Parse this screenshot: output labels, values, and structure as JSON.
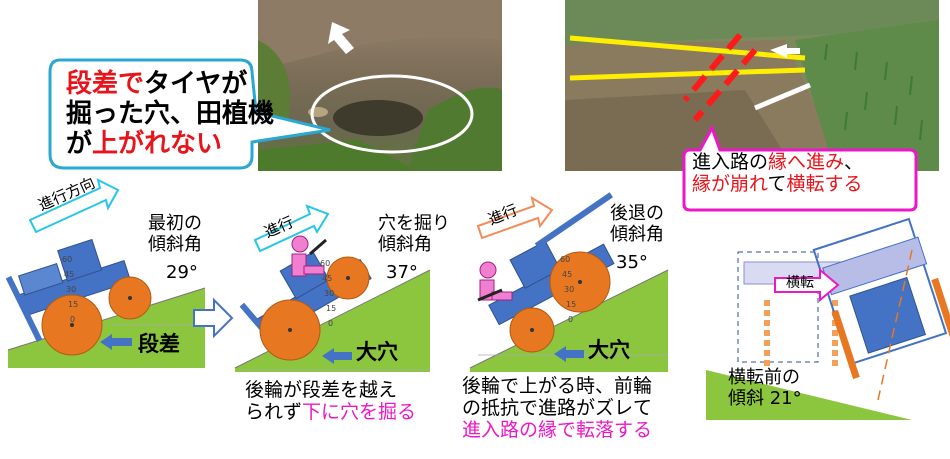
{
  "callout_left": {
    "line1_red": "段差で",
    "line1_black": "タイヤが",
    "line2": "掘った穴、田植機",
    "line3_black": "が",
    "line3_red": "上がれない"
  },
  "callout_right": {
    "line1_a": "進入路の",
    "line1_b": "縁へ進み",
    "line1_c": "、",
    "line2_a": "縁が崩れ",
    "line2_b": "て",
    "line2_c": "横転する"
  },
  "stage1": {
    "arrow_label": "進行方向",
    "angle_line1": "最初の",
    "angle_line2": "傾斜角",
    "angle_value": "29°",
    "step_label": "段差"
  },
  "stage2": {
    "arrow_label": "進行",
    "angle_line1": "穴を掘り",
    "angle_line2": "傾斜角",
    "angle_value": "37°",
    "hole_label": "大穴",
    "caption_line1": "後輪が段差を越え",
    "caption_line2_black": "られず",
    "caption_line2_red": "下に穴を掘る"
  },
  "stage3": {
    "arrow_label": "進行",
    "angle_line1": "後退の",
    "angle_line2": "傾斜角",
    "angle_value": "35°",
    "hole_label": "大穴",
    "caption_line1": "後輪で上がる時、前輪",
    "caption_line2": "の抵抗で進路がズレて",
    "caption_line3": "進入路の縁で転落する"
  },
  "stage4": {
    "arrow_label": "横転",
    "slope_line1": "横転前の",
    "slope_line2": "傾斜 21°"
  },
  "gauge_ticks": [
    "60",
    "45",
    "30",
    "15",
    "0"
  ],
  "colors": {
    "red": "#e8141b",
    "magenta": "#ec17c8",
    "grass": "#8cc63f",
    "wheel": "#e87722",
    "machine": "#4472c4",
    "arrow_border": "#26c6e8"
  }
}
